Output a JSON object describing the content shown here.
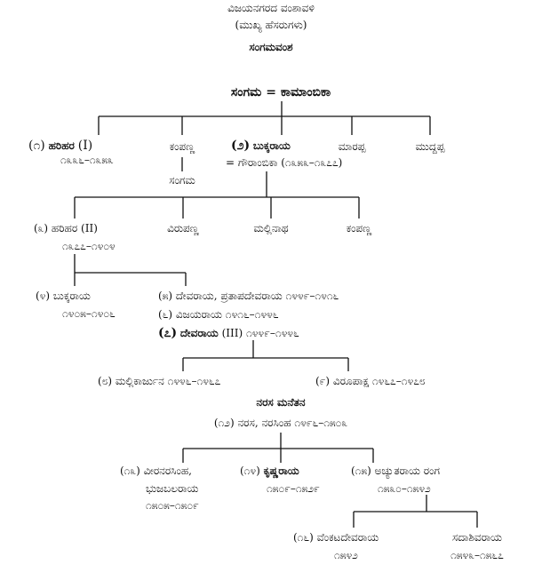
{
  "header": {
    "title": "ವಿಜಯನಗರದ ವಂಶಾವಳಿ",
    "subtitle": "(ಮುಖ್ಯ ಹೆಸರುಗಳು)",
    "dynasty1": "ಸಂಗಮವಂಶ"
  },
  "root": {
    "couple": "ಸಂಗಮ = ಕಾಮಾಂಬಿಕಾ"
  },
  "gen1": {
    "harihara1_num": "(೧)",
    "harihara1_name": "ಹರಿಹರ",
    "harihara1_reg": "(I)",
    "harihara1_years": "೧೩೩೬–೧೩೫೩",
    "kampanna": "ಕಂಪಣ್ಣ",
    "sangama": "ಸಂಗಮ",
    "bukka1_num": "(೨)",
    "bukka1_name": "ಬುಕ್ಕರಾಯ",
    "bukka1_spouse": "= ಗೌರಾಂಬಿಕಾ (೧೩೫೩–೧೩೭೭)",
    "marappa": "ಮಾರಪ್ಪ",
    "muddappa": "ಮುದ್ದಪ್ಪ"
  },
  "gen2": {
    "harihara2": "(೩) ಹರಿಹರ (II)",
    "harihara2_years": "೧೩೭೭–೧೪೦೪",
    "virupanna": "ವಿರುಪಣ್ಣ",
    "mallinatha": "ಮಲ್ಲಿನಾಥ",
    "kampanna": "ಕಂಪಣ್ಣ"
  },
  "gen3": {
    "bukka2": "(೪) ಬುಕ್ಕರಾಯ",
    "bukka2_years": "೧೪೦೫–೧೪೦೬",
    "devaraya1": "(೫) ದೇವರಾಯ, ಪ್ರತಾಪದೇವರಾಯ ೧೪೪೯–೧೪೧೬",
    "vijayaraya": "(೬) ವಿಜಯರಾಯ ೧೪೧೬–೧೪೪೬",
    "devaraya2_num": "(೭)",
    "devaraya2_name": "ದೇವರಾಯ",
    "devaraya2_rest": "(III) ೧೪೪೯–೧೪೪೬"
  },
  "gen4": {
    "mallikarjuna": "(೮) ಮಲ್ಲಿಕಾರ್ಜುನ ೧೪೪೬–೧೪೬೭",
    "virupaksha": "(೯) ವಿರೂಪಾಕ್ಷ ೧೪೬೭–೧೪೭೮"
  },
  "narasa": {
    "dynasty": "ನರಸ ಮನೆತನ",
    "narasa": "(೧೨) ನರಸ, ನರಸಿಂಹ ೧೪೯೬–೧೫೦೩"
  },
  "gen5": {
    "veera": "(೧೩) ವೀರನರಸಿಂಹ,",
    "veera_alt": "ಭುಜಬಲರಾಯ",
    "veera_years": "೧೫೦೫–೧೫೦೯",
    "krishna_num": "(೧೪)",
    "krishna_name": "ಕೃಷ್ಣರಾಯ",
    "krishna_years": "೧೫೦೯–೧೫೨೯",
    "achyuta": "(೧೫) ಅಚ್ಯುತರಾಯ ರಂಗ",
    "achyuta_years": "೧೫೩೦–೧೫೪೨"
  },
  "gen6": {
    "venkata": "(೧೬) ವೆಂಕಟದೇವರಾಯ",
    "venkata_years": "೧೫೪೨",
    "sadashiva": "ಸದಾಶಿವರಾಯ",
    "sadashiva_years": "೧೫೪೩–೧೫೬೭"
  }
}
